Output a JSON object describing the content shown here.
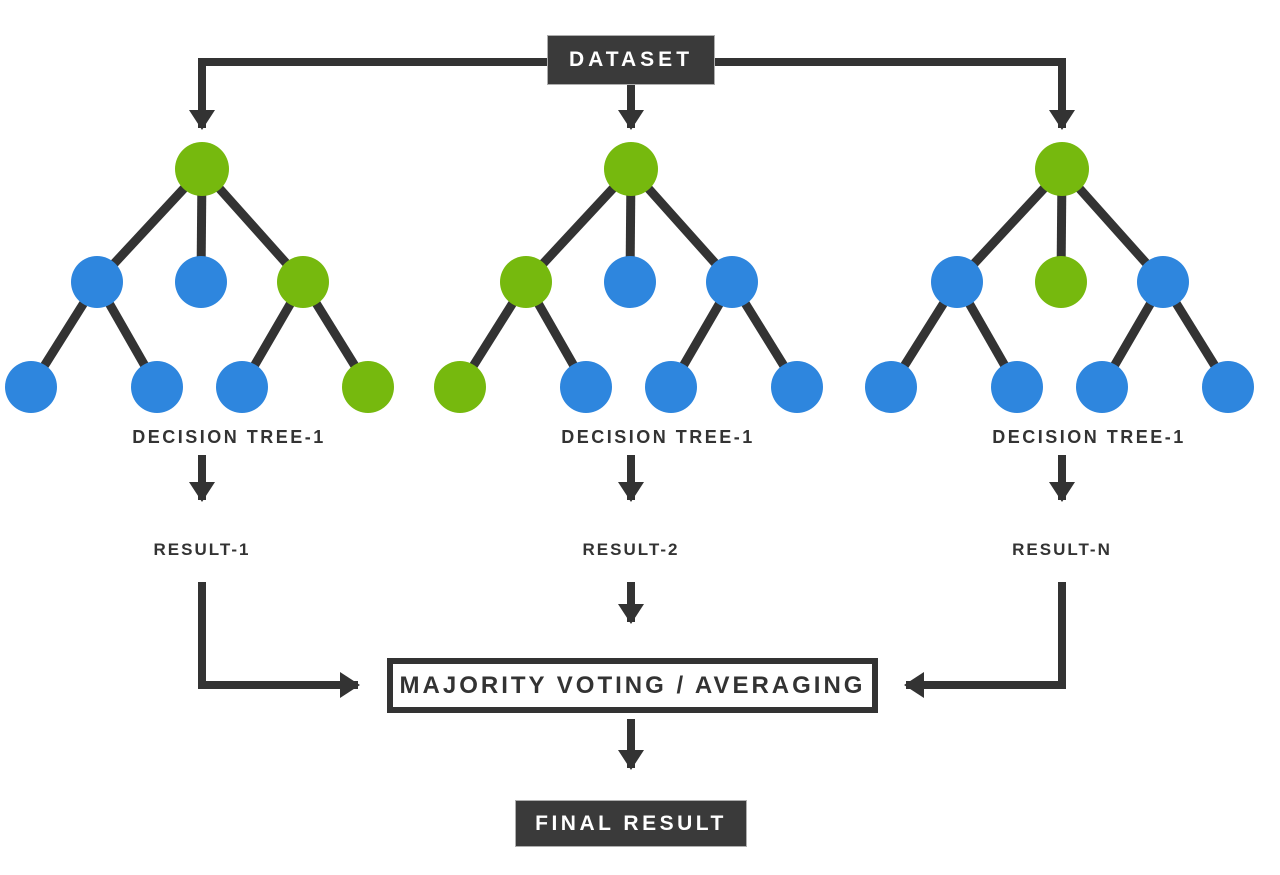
{
  "diagram": {
    "dataset_label": "DATASET",
    "majority_label": "MAJORITY VOTING / AVERAGING",
    "final_label": "FINAL RESULT",
    "colors": {
      "dark": "#333333",
      "box_fill": "#3a3a3a",
      "green": "#76b90e",
      "blue": "#2e86de",
      "background": "#ffffff"
    },
    "trees": [
      {
        "label": "DECISION TREE-1",
        "result": "RESULT-1",
        "node_colors": {
          "root": "green",
          "level2": [
            "blue",
            "blue",
            "green"
          ],
          "leaves": [
            "blue",
            "blue",
            "blue",
            "green"
          ]
        }
      },
      {
        "label": "DECISION TREE-1",
        "result": "RESULT-2",
        "node_colors": {
          "root": "green",
          "level2": [
            "green",
            "blue",
            "blue"
          ],
          "leaves": [
            "green",
            "blue",
            "blue",
            "blue"
          ]
        }
      },
      {
        "label": "DECISION TREE-1",
        "result": "RESULT-N",
        "node_colors": {
          "root": "green",
          "level2": [
            "blue",
            "green",
            "blue"
          ],
          "leaves": [
            "blue",
            "blue",
            "blue",
            "blue"
          ]
        }
      }
    ]
  }
}
